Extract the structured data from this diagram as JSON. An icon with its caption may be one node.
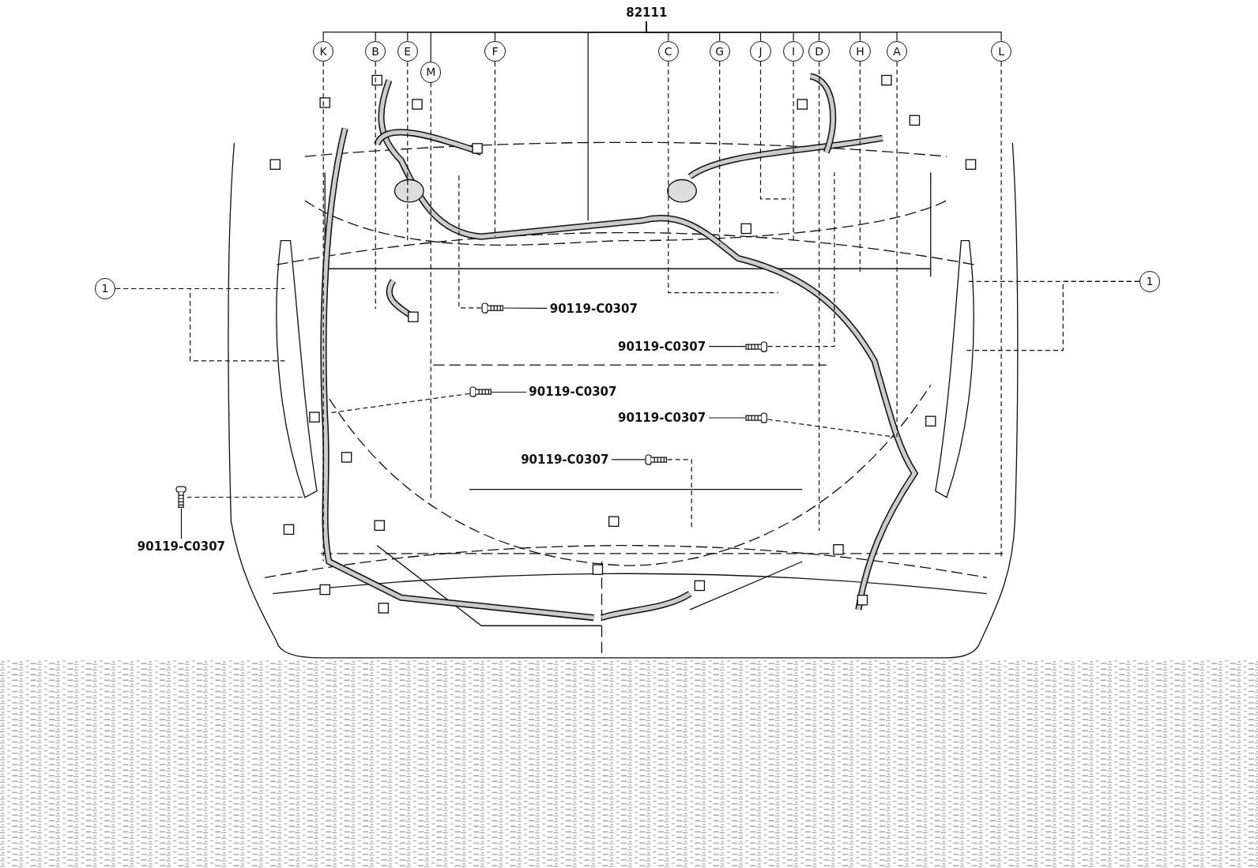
{
  "diagram": {
    "nodes": [
      {
        "text": [
          "82111"
        ]
      },
      {
        "text": [
          "K"
        ]
      },
      {
        "text": [
          "B"
        ]
      },
      {
        "text": [
          "E"
        ]
      },
      {
        "text": [
          "M"
        ]
      },
      {
        "text": [
          "F"
        ]
      },
      {
        "text": [
          "C"
        ]
      },
      {
        "text": [
          "G"
        ]
      },
      {
        "text": [
          "J"
        ]
      },
      {
        "text": [
          "I"
        ]
      },
      {
        "text": [
          "D"
        ]
      },
      {
        "text": [
          "H"
        ]
      },
      {
        "text": [
          "A"
        ]
      },
      {
        "text": [
          "L"
        ]
      },
      {
        "text": [
          "1"
        ]
      },
      {
        "text": [
          "1"
        ]
      },
      {
        "text": [
          "90119-C0307"
        ]
      },
      {
        "text": [
          "90119-C0307"
        ]
      },
      {
        "text": [
          "90119-C0307"
        ]
      },
      {
        "text": [
          "90119-C0307"
        ]
      },
      {
        "text": [
          "90119-C0307"
        ]
      },
      {
        "text": [
          "90119-C0307"
        ]
      },
      {
        "text": [],
        "shape": "picture"
      },
      {
        "text": [],
        "shape": "picture"
      },
      {
        "text": [],
        "shape": "picture"
      },
      {
        "text": [],
        "shape": "picture"
      },
      {
        "text": [],
        "shape": "picture"
      },
      {
        "text": [],
        "shape": "picture"
      }
    ],
    "edges": [
      {
        "from": 0,
        "to": 1,
        "arrow": "none"
      },
      {
        "from": 0,
        "to": 2,
        "arrow": "none"
      },
      {
        "from": 0,
        "to": 3,
        "arrow": "none"
      },
      {
        "from": 0,
        "to": 4,
        "arrow": "none"
      },
      {
        "from": 0,
        "to": 5,
        "arrow": "none"
      },
      {
        "from": 0,
        "to": 6,
        "arrow": "none"
      },
      {
        "from": 0,
        "to": 7,
        "arrow": "none"
      },
      {
        "from": 0,
        "to": 8,
        "arrow": "none"
      },
      {
        "from": 0,
        "to": 9,
        "arrow": "none"
      },
      {
        "from": 0,
        "to": 10,
        "arrow": "none"
      },
      {
        "from": 0,
        "to": 11,
        "arrow": "none"
      },
      {
        "from": 0,
        "to": 12,
        "arrow": "none"
      },
      {
        "from": 0,
        "to": 13,
        "arrow": "none"
      },
      {
        "from": 0,
        "to": null,
        "arrow": "none"
      },
      {
        "from": 1,
        "to": null,
        "arrow": "none",
        "style": "dashed"
      },
      {
        "from": 2,
        "to": null,
        "arrow": "none",
        "style": "dashed"
      },
      {
        "from": 3,
        "to": null,
        "arrow": "none",
        "style": "dashed"
      },
      {
        "from": 4,
        "to": null,
        "arrow": "none",
        "style": "dashed"
      },
      {
        "from": 5,
        "to": null,
        "arrow": "none",
        "style": "dashed"
      },
      {
        "from": 6,
        "to": null,
        "arrow": "none",
        "style": "dashed"
      },
      {
        "from": 7,
        "to": null,
        "arrow": "none",
        "style": "dashed"
      },
      {
        "from": 8,
        "to": null,
        "arrow": "none",
        "style": "dashed"
      },
      {
        "from": 9,
        "to": null,
        "arrow": "none",
        "style": "dashed"
      },
      {
        "from": 10,
        "to": null,
        "arrow": "none",
        "style": "dashed"
      },
      {
        "from": 11,
        "to": null,
        "arrow": "none",
        "style": "dashed"
      },
      {
        "from": 12,
        "to": null,
        "arrow": "none",
        "style": "dashed"
      },
      {
        "from": 13,
        "to": null,
        "arrow": "none",
        "style": "dashed"
      },
      {
        "from": 14,
        "to": null,
        "arrow": "none",
        "style": "dashed"
      },
      {
        "from": 14,
        "to": null,
        "arrow": "none",
        "style": "dashed"
      },
      {
        "from": 15,
        "to": null,
        "arrow": "none",
        "style": "dashed"
      },
      {
        "from": 15,
        "to": null,
        "arrow": "none",
        "style": "dashed"
      },
      {
        "from": 16,
        "to": 22,
        "arrow": "none"
      },
      {
        "from": 17,
        "to": 23,
        "arrow": "none"
      },
      {
        "from": 18,
        "to": 24,
        "arrow": "none"
      },
      {
        "from": 19,
        "to": 25,
        "arrow": "none"
      },
      {
        "from": 20,
        "to": 26,
        "arrow": "none"
      },
      {
        "from": 21,
        "to": 27,
        "arrow": "none"
      },
      {
        "from": 22,
        "to": null,
        "arrow": "none",
        "style": "dashed"
      },
      {
        "from": 23,
        "to": null,
        "arrow": "none",
        "style": "dashed"
      },
      {
        "from": 24,
        "to": null,
        "arrow": "none",
        "style": "dashed"
      },
      {
        "from": 25,
        "to": null,
        "arrow": "none",
        "style": "dashed"
      },
      {
        "from": 26,
        "to": null,
        "arrow": "none",
        "style": "dashed"
      },
      {
        "from": 27,
        "to": null,
        "arrow": "none",
        "style": "dashed"
      }
    ]
  }
}
